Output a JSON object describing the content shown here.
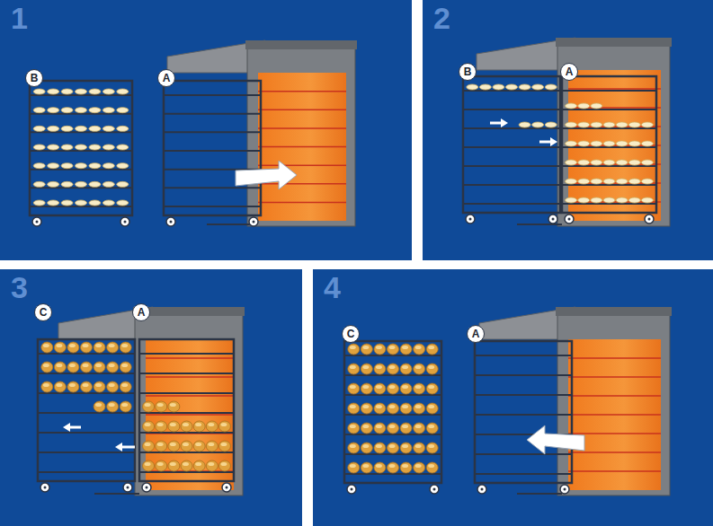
{
  "diagram": {
    "nodes": [
      {
        "text": [
          "1"
        ]
      },
      {
        "text": [
          "B"
        ],
        "in": 0
      },
      {
        "text": [
          "A"
        ],
        "in": 0
      },
      {
        "text": [
          "2"
        ]
      },
      {
        "text": [
          "B"
        ],
        "in": 3
      },
      {
        "text": [
          "A"
        ],
        "in": 3
      },
      {
        "text": [
          "3"
        ]
      },
      {
        "text": [
          "C"
        ],
        "in": 6
      },
      {
        "text": [
          "A"
        ],
        "in": 6
      },
      {
        "text": [
          "4"
        ]
      },
      {
        "text": [
          "C"
        ],
        "in": 9
      },
      {
        "text": [
          "A"
        ],
        "in": 9
      }
    ]
  }
}
